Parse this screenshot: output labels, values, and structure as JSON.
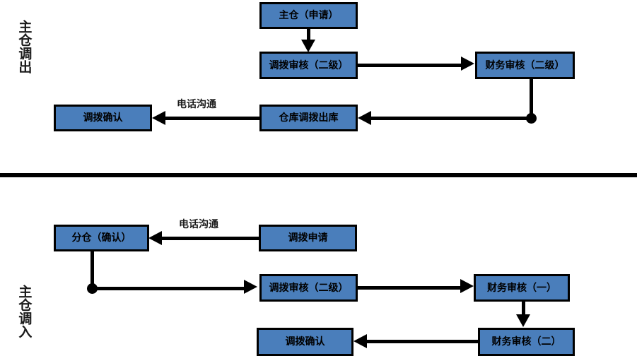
{
  "diagram": {
    "title_top": "主仓调出",
    "title_bottom": "主仓调入",
    "colors": {
      "node_fill": "#4a7ebb",
      "node_border": "#000000",
      "connector": "#000000",
      "background": "#ffffff",
      "text": "#1a1a1a"
    }
  },
  "sections": [
    {
      "id": "outbound",
      "label": "主仓调出",
      "nodes": [
        {
          "id": "n1",
          "label": "主仓（申请）"
        },
        {
          "id": "n2",
          "label": "调拨审核（二级）"
        },
        {
          "id": "n3",
          "label": "财务审核（二级）"
        },
        {
          "id": "n4",
          "label": "仓库调拨出库"
        },
        {
          "id": "n5",
          "label": "调拨确认"
        }
      ],
      "edges": [
        {
          "from": "n1",
          "to": "n2",
          "label": ""
        },
        {
          "from": "n2",
          "to": "n3",
          "label": ""
        },
        {
          "from": "n3",
          "to": "n4",
          "label": ""
        },
        {
          "from": "n4",
          "to": "n5",
          "label": "电话沟通"
        }
      ],
      "edge_labels": [
        "电话沟通"
      ]
    },
    {
      "id": "inbound",
      "label": "主仓调入",
      "nodes": [
        {
          "id": "m1",
          "label": "调拨申请"
        },
        {
          "id": "m2",
          "label": "分仓（确认）"
        },
        {
          "id": "m3",
          "label": "调拨审核（二级）"
        },
        {
          "id": "m4",
          "label": "财务审核（一）"
        },
        {
          "id": "m5",
          "label": "财务审核（二）"
        },
        {
          "id": "m6",
          "label": "调拨确认"
        }
      ],
      "edges": [
        {
          "from": "m1",
          "to": "m2",
          "label": "电话沟通"
        },
        {
          "from": "m2",
          "to": "m3",
          "label": ""
        },
        {
          "from": "m3",
          "to": "m4",
          "label": ""
        },
        {
          "from": "m4",
          "to": "m5",
          "label": ""
        },
        {
          "from": "m5",
          "to": "m6",
          "label": ""
        }
      ],
      "edge_labels": [
        "电话沟通"
      ]
    }
  ]
}
